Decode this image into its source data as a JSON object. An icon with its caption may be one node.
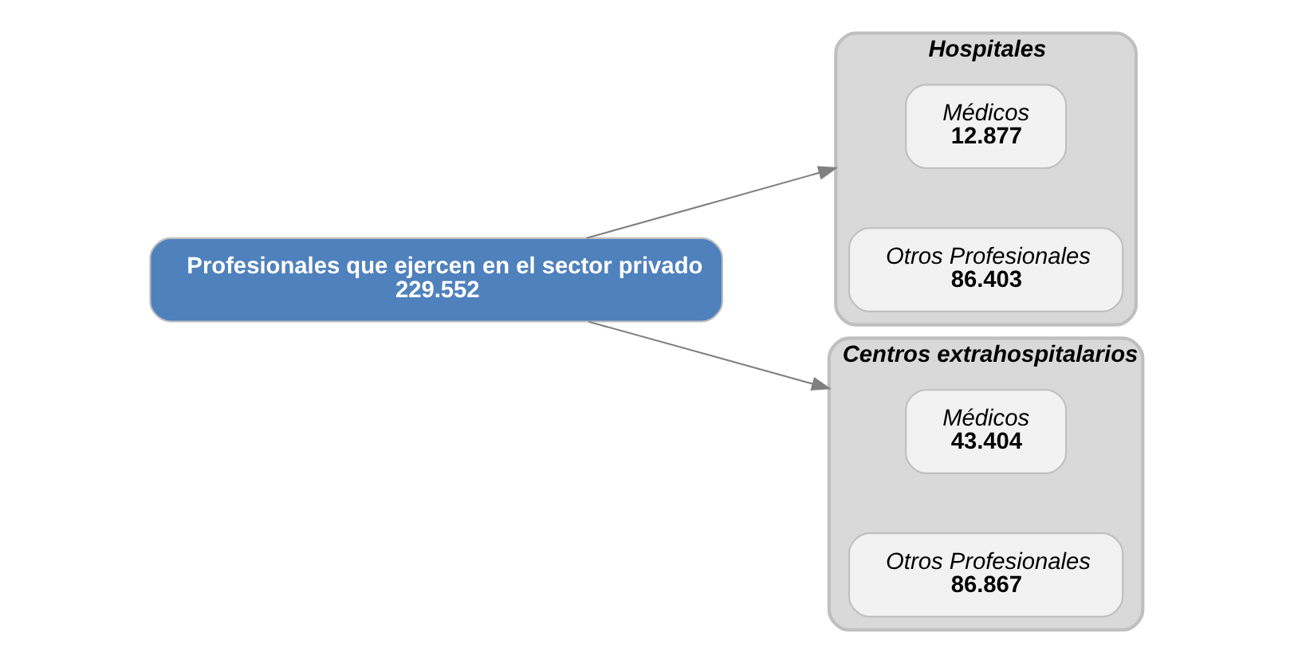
{
  "diagram": {
    "nodes": [
      {
        "text": [
          "Profesionales que ejercen en el sector privado",
          "229.552"
        ]
      },
      {
        "text": [
          "Hospitales"
        ]
      },
      {
        "text": [
          "Médicos",
          "12.877"
        ],
        "in": 1
      },
      {
        "text": [
          "Otros Profesionales",
          "86.403"
        ],
        "in": 1
      },
      {
        "text": [
          "Centros extrahospitalarios"
        ]
      },
      {
        "text": [
          "Médicos",
          "43.404"
        ],
        "in": 4
      },
      {
        "text": [
          "Otros Profesionales",
          "86.867"
        ],
        "in": 4
      }
    ],
    "edges": [
      {
        "from": 0,
        "to": 1,
        "arrow": "to"
      },
      {
        "from": 0,
        "to": 4,
        "arrow": "to"
      }
    ]
  }
}
